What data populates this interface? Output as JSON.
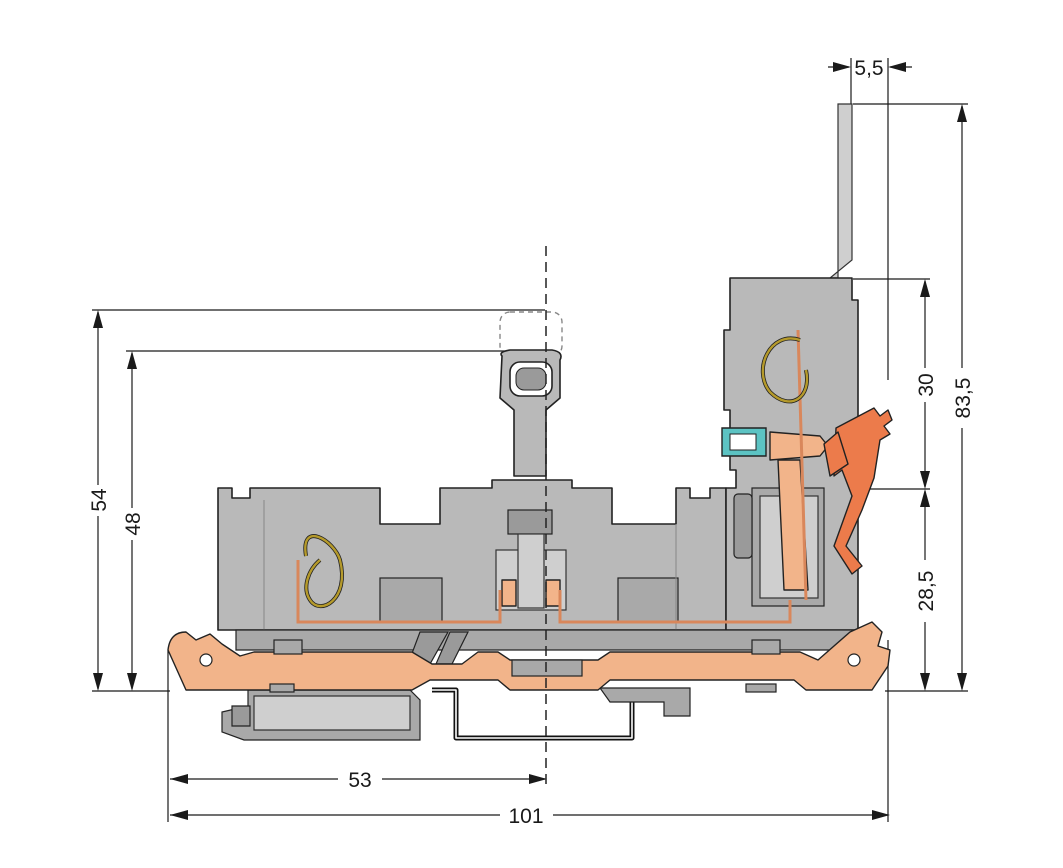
{
  "dimensions": {
    "total_height": "54",
    "inner_height": "48",
    "center_offset": "53",
    "total_width": "101",
    "top_width": "5,5",
    "right_total_height": "83,5",
    "right_upper_height": "30",
    "right_lower_height": "28,5"
  },
  "colors": {
    "housing": "#b9b9b9",
    "copper": "#f2b48a",
    "lever": "#ec7b4b",
    "release_button": "#5cc3c3",
    "spring": "#b59a2b"
  }
}
